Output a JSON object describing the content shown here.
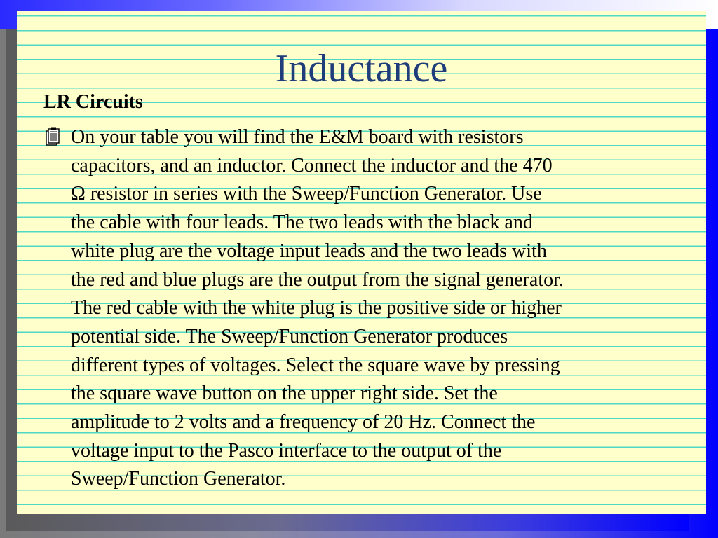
{
  "slide": {
    "title": "Inductance",
    "subtitle": "LR Circuits",
    "bullet_icon": "notepad-icon",
    "body_lines": [
      "On your table you will find the E&M board with resistors",
      "capacitors, and an inductor.  Connect the inductor and the 470",
      "Ω resistor in series with the Sweep/Function Generator.  Use",
      "the cable with four leads.  The two leads with the black and",
      "white plug are the voltage input leads and the two leads with",
      "the red and blue plugs are the output from the signal generator.",
      "The red cable with the white plug is the positive side or higher",
      "potential side.  The Sweep/Function Generator produces",
      "different types of voltages.  Select the square wave by pressing",
      "the square wave button on the upper right side.  Set the",
      "amplitude to 2 volts and a frequency of 20 Hz.  Connect the",
      "voltage input to the Pasco interface to the output of the",
      "Sweep/Function Generator."
    ]
  },
  "colors": {
    "title": "#1f3d7a",
    "paper": "#ffffcc",
    "rule_line": "#4fd9c4"
  }
}
